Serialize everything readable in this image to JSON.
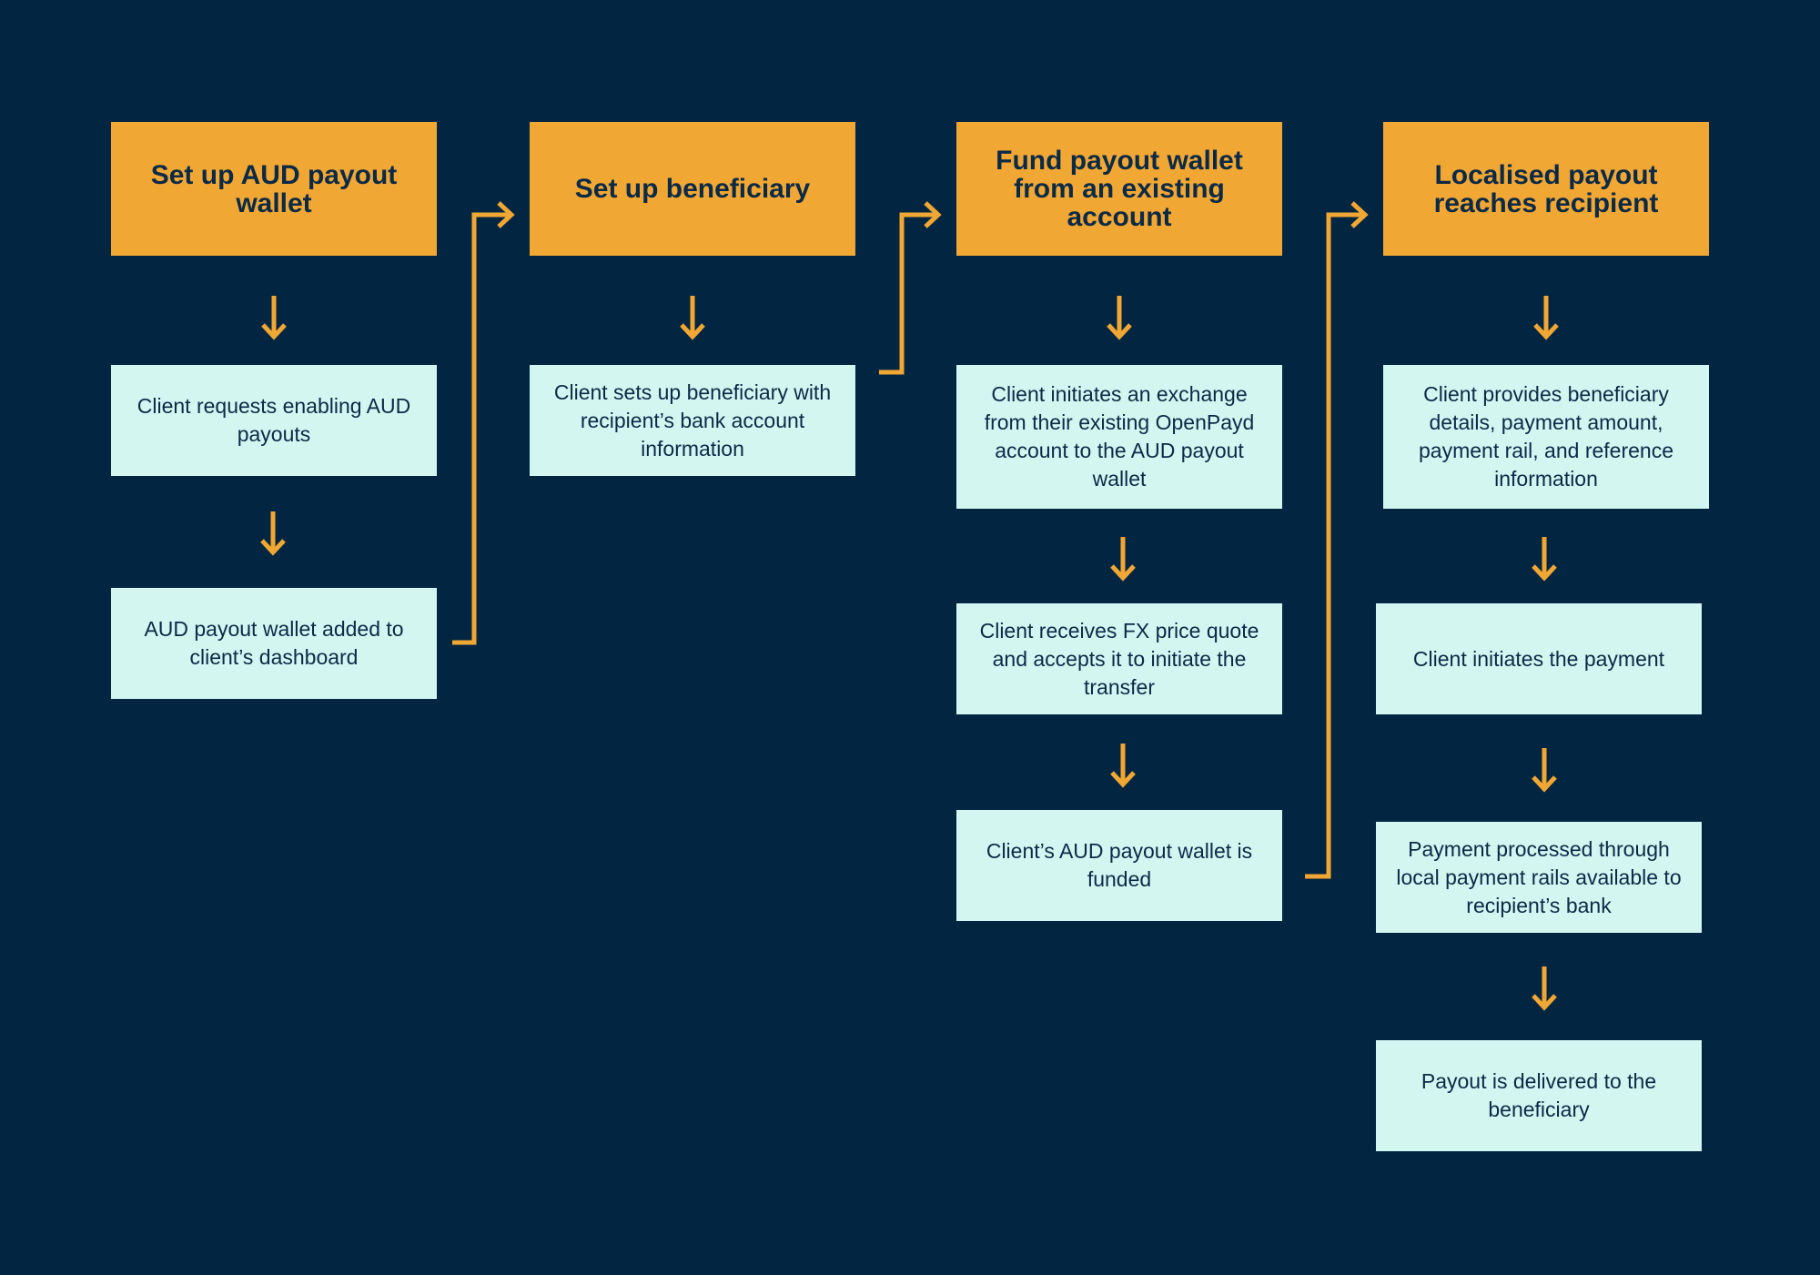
{
  "columns": [
    {
      "header": "Set up AUD payout wallet",
      "steps": [
        "Client requests enabling AUD payouts",
        "AUD payout wallet added to client’s dashboard"
      ]
    },
    {
      "header": "Set up beneficiary",
      "steps": [
        "Client sets up beneficiary with recipient’s bank account information"
      ]
    },
    {
      "header": "Fund payout wallet from an existing account",
      "steps": [
        "Client initiates an exchange from their existing OpenPayd account to the AUD payout wallet",
        "Client receives FX price quote and accepts it to initiate the transfer",
        "Client’s AUD payout wallet is funded"
      ]
    },
    {
      "header": "Localised payout reaches recipient",
      "steps": [
        "Client provides beneficiary details, payment amount, payment rail, and reference information",
        "Client initiates the payment",
        "Payment processed through local payment rails available to recipient’s bank",
        "Payout is delivered to the beneficiary"
      ]
    }
  ],
  "colors": {
    "background": "#022642",
    "header": "#f1a733",
    "step": "#d3f6f1",
    "arrow": "#f1a733",
    "text": "#0b2a47"
  }
}
